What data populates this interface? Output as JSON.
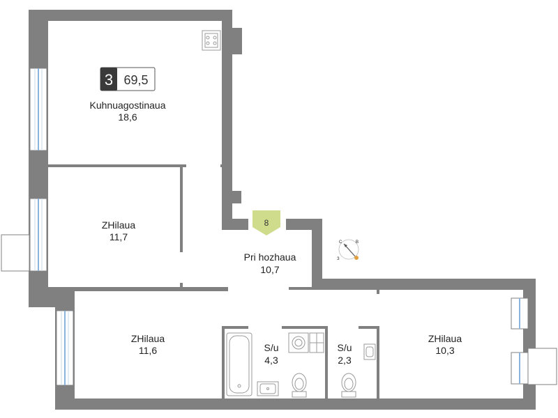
{
  "badge": {
    "rooms": "3",
    "area": "69,5"
  },
  "entrance": {
    "number": "8"
  },
  "rooms": [
    {
      "name": "Kuhnuagostinaua",
      "area": "18,6"
    },
    {
      "name": "ZHilaua",
      "area": "11,7"
    },
    {
      "name": "Pri hozhaua",
      "area": "10,7"
    },
    {
      "name": "ZHilaua",
      "area": "11,6"
    },
    {
      "name": "S/u",
      "area": "4,3"
    },
    {
      "name": "S/u",
      "area": "2,3"
    },
    {
      "name": "ZHilaua",
      "area": "10,3"
    }
  ],
  "compass": {
    "c": "С",
    "b": "В",
    "z": "З"
  },
  "colors": {
    "wall": "#808080",
    "badge_dark": "#3a3a3a",
    "entrance_marker": "#cfdc8c",
    "window_glass": "#8ab4dd",
    "fixture_stroke": "#9a9a9a",
    "sun": "#e0a040"
  }
}
